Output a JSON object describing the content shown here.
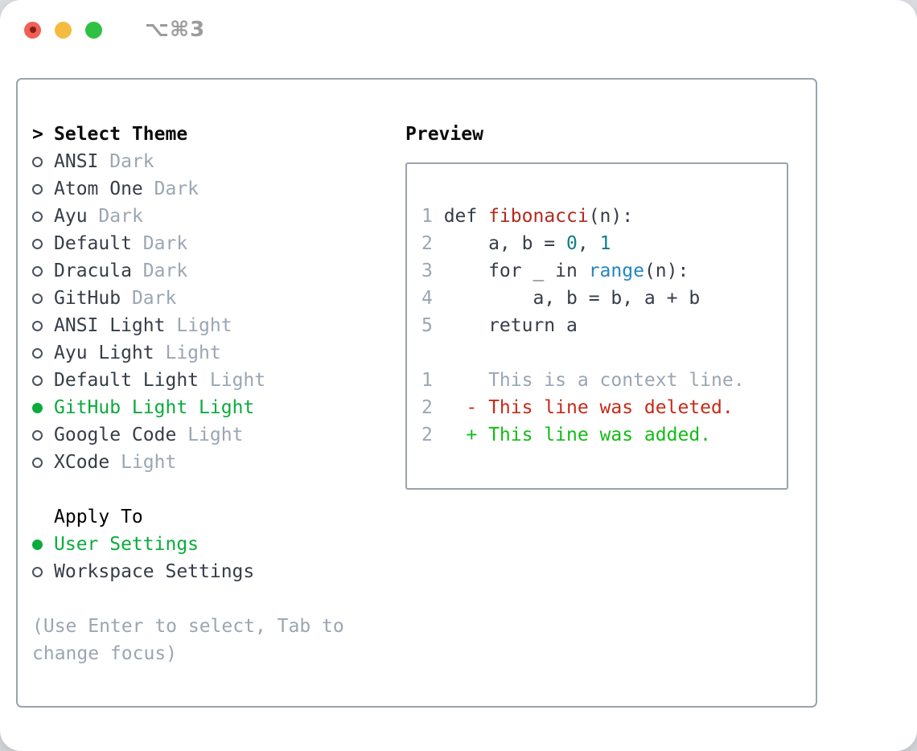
{
  "window": {
    "title": "⌥⌘3"
  },
  "theme_picker": {
    "prompt": ">",
    "title": "Select Theme",
    "items": [
      {
        "label": "ANSI",
        "variant": "Dark",
        "selected": false
      },
      {
        "label": "Atom One",
        "variant": "Dark",
        "selected": false
      },
      {
        "label": "Ayu",
        "variant": "Dark",
        "selected": false
      },
      {
        "label": "Default",
        "variant": "Dark",
        "selected": false
      },
      {
        "label": "Dracula",
        "variant": "Dark",
        "selected": false
      },
      {
        "label": "GitHub",
        "variant": "Dark",
        "selected": false
      },
      {
        "label": "ANSI Light",
        "variant": "Light",
        "selected": false
      },
      {
        "label": "Ayu Light",
        "variant": "Light",
        "selected": false
      },
      {
        "label": "Default Light",
        "variant": "Light",
        "selected": false
      },
      {
        "label": "GitHub Light",
        "variant": "Light",
        "selected": true
      },
      {
        "label": "Google Code",
        "variant": "Light",
        "selected": false
      },
      {
        "label": "XCode",
        "variant": "Light",
        "selected": false
      }
    ]
  },
  "apply_to": {
    "title": "Apply To",
    "options": [
      {
        "label": "User Settings",
        "selected": true
      },
      {
        "label": "Workspace Settings",
        "selected": false
      }
    ]
  },
  "hint": "(Use Enter to select, Tab to change focus)",
  "preview": {
    "title": "Preview",
    "code_lines": [
      {
        "num": "1",
        "tokens": [
          {
            "text": "def ",
            "type": "plain"
          },
          {
            "text": "fibonacci",
            "type": "function"
          },
          {
            "text": "(n):",
            "type": "plain"
          }
        ]
      },
      {
        "num": "2",
        "tokens": [
          {
            "text": "    a, b = ",
            "type": "plain"
          },
          {
            "text": "0",
            "type": "number"
          },
          {
            "text": ", ",
            "type": "plain"
          },
          {
            "text": "1",
            "type": "number"
          }
        ]
      },
      {
        "num": "3",
        "tokens": [
          {
            "text": "    for _ in ",
            "type": "plain"
          },
          {
            "text": "range",
            "type": "builtin"
          },
          {
            "text": "(n):",
            "type": "plain"
          }
        ]
      },
      {
        "num": "4",
        "tokens": [
          {
            "text": "        a, b = b, a + b",
            "type": "plain"
          }
        ]
      },
      {
        "num": "5",
        "tokens": [
          {
            "text": "    return a",
            "type": "plain"
          }
        ]
      }
    ],
    "diff_lines": [
      {
        "num": "1",
        "type": "context",
        "text": "    This is a context line."
      },
      {
        "num": "2",
        "type": "deleted",
        "text": "  - This line was deleted."
      },
      {
        "num": "2",
        "type": "added",
        "text": "  + This line was added."
      }
    ]
  },
  "colors": {
    "selected_green": "#0aab3c",
    "diff_added_green": "#12bd16",
    "diff_removed_red": "#c62a18",
    "context_gray": "#9aa6b3",
    "function_red": "#b12a1d",
    "builtin_blue": "#2287be",
    "number_teal": "#0e7e8a",
    "muted_gray": "#9aa6b3",
    "text_dark": "#363d48",
    "heading_black": "#0a0a0a"
  }
}
